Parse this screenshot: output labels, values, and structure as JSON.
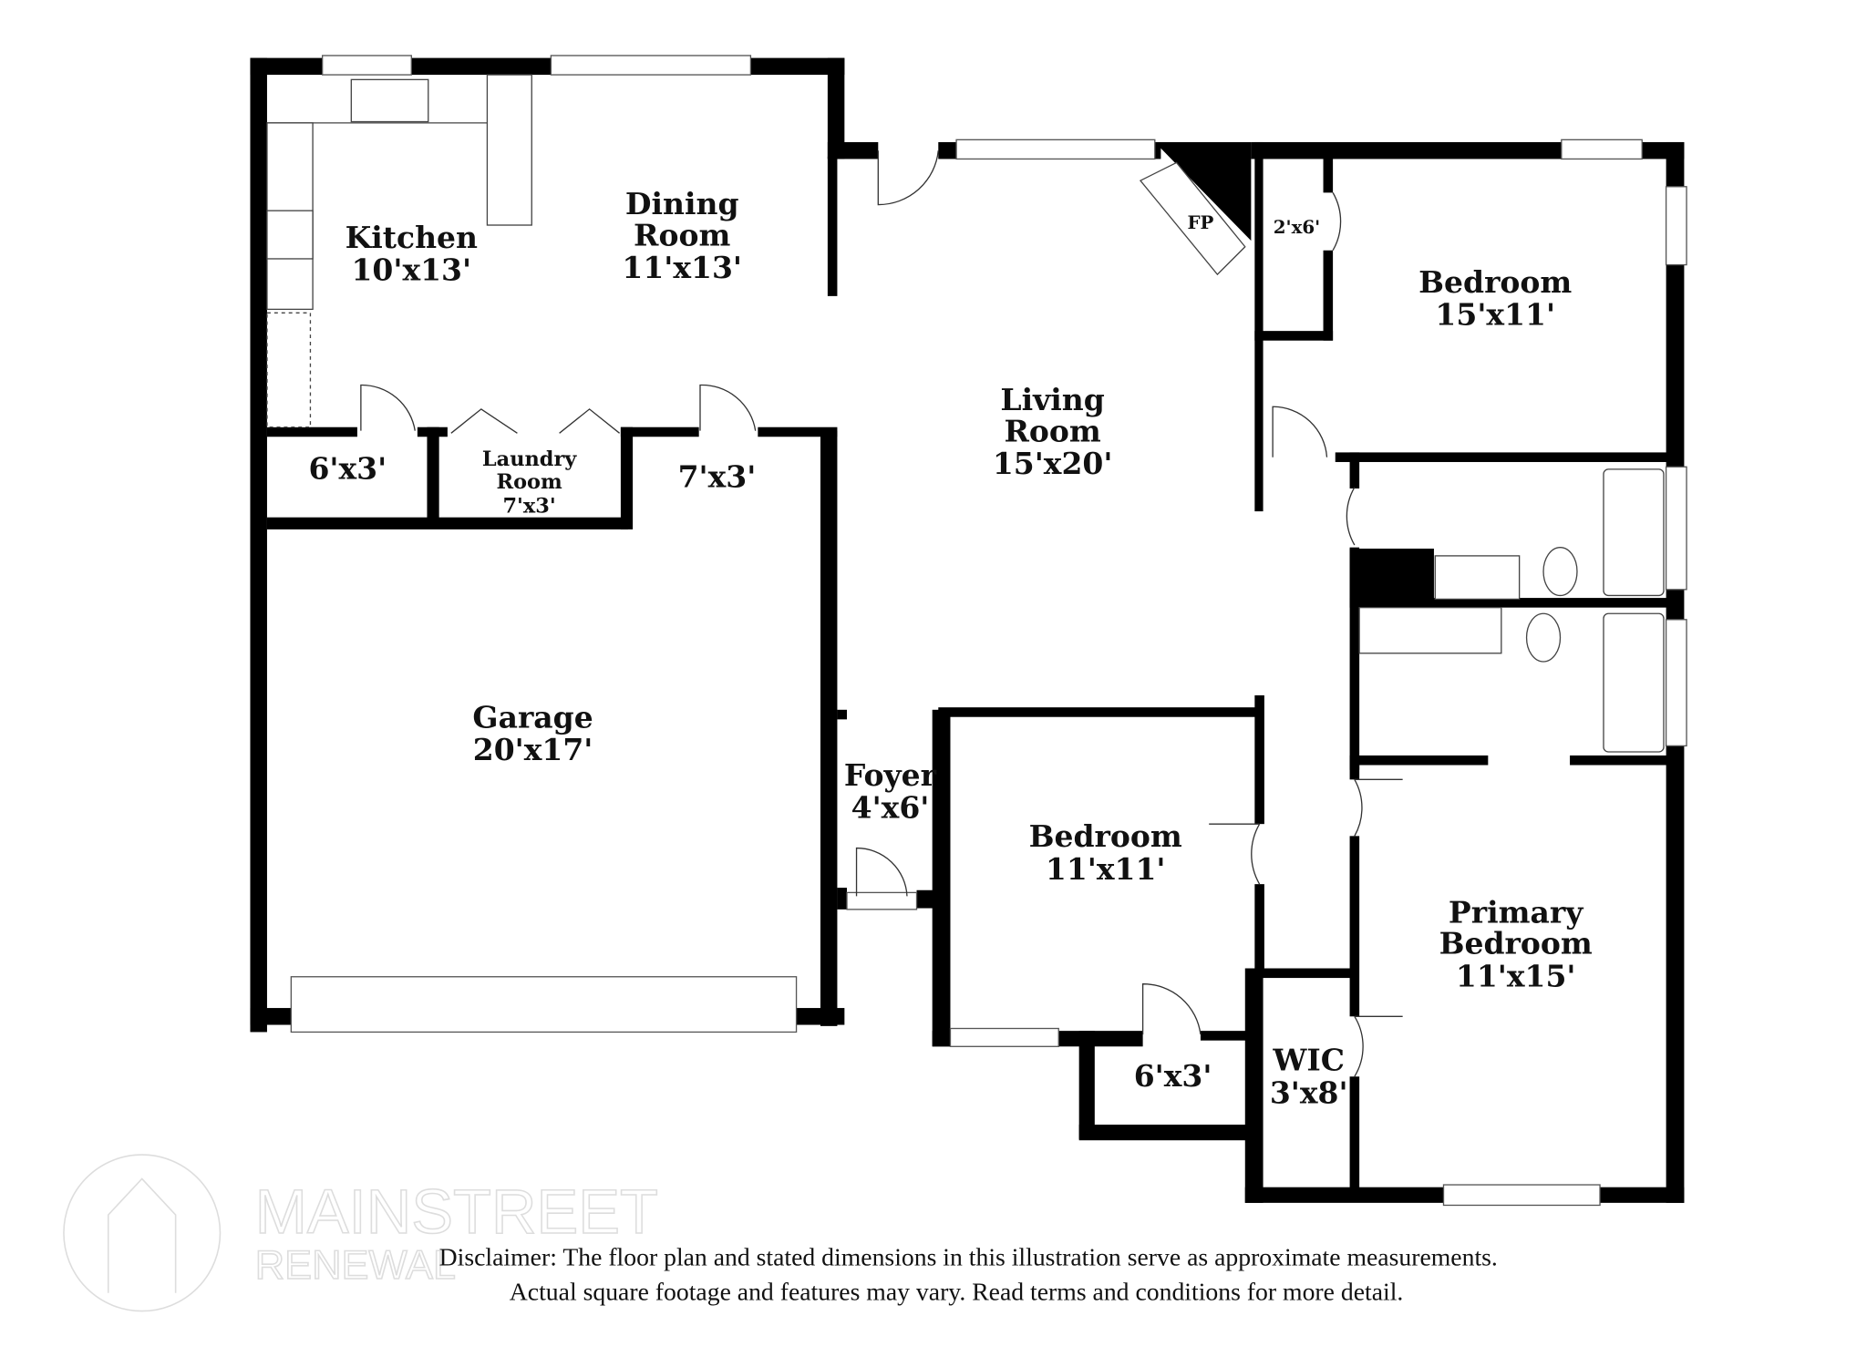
{
  "rooms": {
    "kitchen": {
      "name": "Kitchen",
      "size": "10'x13'"
    },
    "dining": {
      "name1": "Dining",
      "name2": "Room",
      "size": "11'x13'"
    },
    "living": {
      "name1": "Living",
      "name2": "Room",
      "size": "15'x20'"
    },
    "fireplace": {
      "name": "FP"
    },
    "closet_2x6": {
      "size": "2'x6'"
    },
    "bedroom_ne": {
      "name": "Bedroom",
      "size": "15'x11'"
    },
    "pantry": {
      "size": "6'x3'"
    },
    "laundry": {
      "name1": "Laundry",
      "name2": "Room",
      "size": "7'x3'"
    },
    "storage": {
      "size": "7'x3'"
    },
    "garage": {
      "name": "Garage",
      "size": "20'x17'"
    },
    "foyer": {
      "name": "Foyer",
      "size": "4'x6'"
    },
    "bedroom_s": {
      "name": "Bedroom",
      "size": "11'x11'"
    },
    "closet_6x3": {
      "size": "6'x3'"
    },
    "wic": {
      "name": "WIC",
      "size": "3'x8'"
    },
    "primary": {
      "name1": "Primary",
      "name2": "Bedroom",
      "size": "11'x15'"
    }
  },
  "watermark": {
    "line1": "MAINSTREET",
    "line2": "RENEWAL"
  },
  "disclaimer": {
    "line1": "Disclaimer: The floor plan and stated dimensions in this illustration serve as approximate measurements.",
    "line2": "Actual square footage and features may vary. Read terms and conditions for more detail."
  }
}
